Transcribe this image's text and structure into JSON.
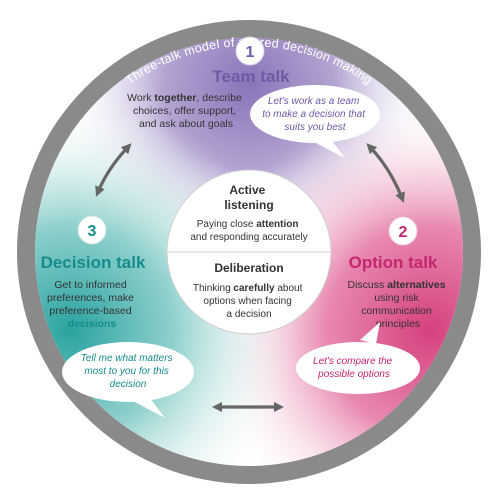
{
  "ring_title": "Three-talk model of shared decision making",
  "colors": {
    "team": "#6f5aa6",
    "option": "#c4266f",
    "decision": "#178c8c",
    "ring": "#8a8a8a",
    "text": "#333333"
  },
  "team": {
    "number": "1",
    "title": "Team talk",
    "desc": [
      "Work ",
      "together",
      ", describe",
      "choices, offer support,",
      "and ask about goals"
    ],
    "bubble": [
      "Let's work as a team",
      "to make a decision that",
      "suits you best"
    ]
  },
  "option": {
    "number": "2",
    "title": "Option talk",
    "desc": [
      "Discuss ",
      "alternatives",
      "using risk",
      "communication",
      "principles"
    ],
    "bubble": [
      "Let's compare the",
      "possible options"
    ]
  },
  "decision": {
    "number": "3",
    "title": "Decision talk",
    "desc": [
      "Get to informed",
      "preferences, make",
      "preference-based",
      "decisions"
    ],
    "bubble": [
      "Tell me what matters",
      "most to you for this",
      "decision"
    ]
  },
  "center": {
    "top_title": [
      "Active",
      "listening"
    ],
    "top_desc": [
      "Paying close ",
      "attention",
      "and responding accurately"
    ],
    "bottom_title": "Deliberation",
    "bottom_desc": [
      "Thinking ",
      "carefully",
      " about",
      "options when facing",
      "a decision"
    ]
  }
}
